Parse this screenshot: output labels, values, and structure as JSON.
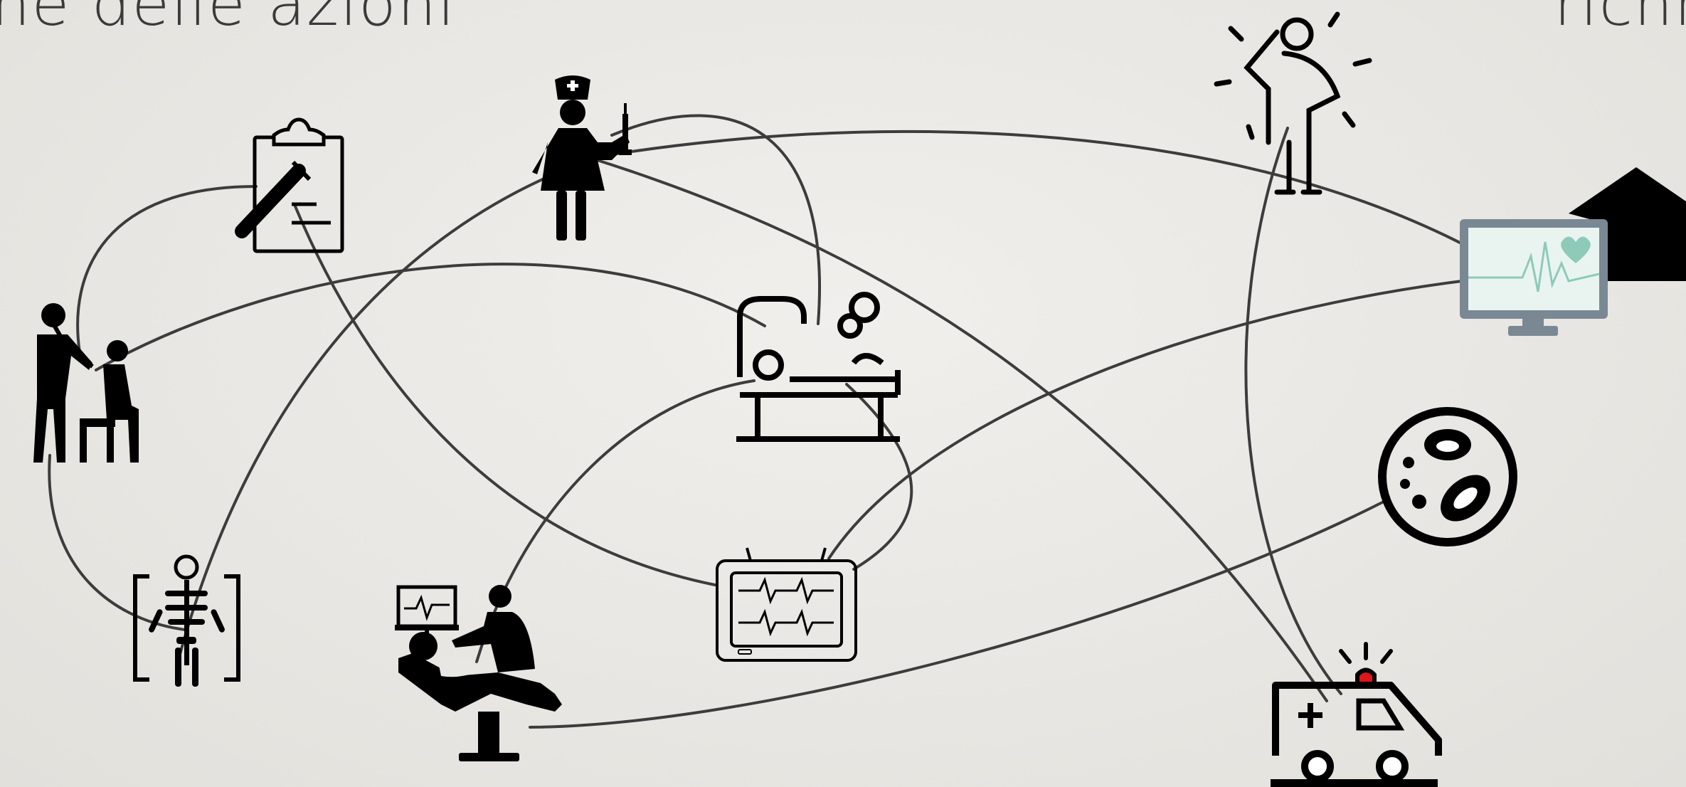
{
  "header": {
    "title_left": "ne delle azioni",
    "title_right": "ricnn"
  },
  "colors": {
    "line": "#3c3c3c",
    "icon": "#000000",
    "monitor_frame": "#7a8894",
    "monitor_screen": "#e9f4f1",
    "heart_accent": "#8ecab8",
    "siren": "#e0161b"
  },
  "nodes": [
    {
      "id": "doctor-stethoscope",
      "icon": "doctor-with-patient-icon"
    },
    {
      "id": "lab-clipboard",
      "icon": "clipboard-test-tube-icon"
    },
    {
      "id": "nurse",
      "icon": "nurse-with-syringe-icon"
    },
    {
      "id": "surgery-table",
      "icon": "surgery-lamp-table-icon"
    },
    {
      "id": "headache-person",
      "icon": "person-headache-icon"
    },
    {
      "id": "home-monitor",
      "icon": "home-telemonitoring-icon"
    },
    {
      "id": "bacteria",
      "icon": "bacteria-cell-icon"
    },
    {
      "id": "ecg-monitor",
      "icon": "ecg-monitor-icon"
    },
    {
      "id": "xray",
      "icon": "xray-skeleton-icon"
    },
    {
      "id": "dentist",
      "icon": "dentist-chair-icon"
    },
    {
      "id": "ambulance",
      "icon": "ambulance-icon"
    }
  ],
  "connections": [
    [
      "doctor-stethoscope",
      "lab-clipboard"
    ],
    [
      "doctor-stethoscope",
      "surgery-table"
    ],
    [
      "doctor-stethoscope",
      "xray"
    ],
    [
      "lab-clipboard",
      "ecg-monitor"
    ],
    [
      "nurse",
      "surgery-table"
    ],
    [
      "nurse",
      "home-monitor"
    ],
    [
      "nurse",
      "ambulance"
    ],
    [
      "nurse",
      "xray"
    ],
    [
      "surgery-table",
      "dentist"
    ],
    [
      "surgery-table",
      "ecg-monitor"
    ],
    [
      "home-monitor",
      "ecg-monitor"
    ],
    [
      "headache-person",
      "ambulance"
    ],
    [
      "bacteria",
      "dentist"
    ]
  ]
}
